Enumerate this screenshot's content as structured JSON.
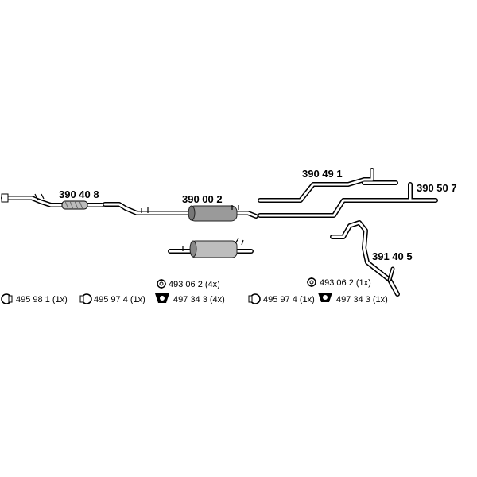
{
  "parts": {
    "front_pipe": "390 40 8",
    "center_muffler": "390 00 2",
    "rear_pipe_upper": "390 49 1",
    "rear_pipe_lower": "390 50 7",
    "tail_pipe": "391 40 5"
  },
  "accessories": {
    "clamp_1": "495 98 1  (1x)",
    "clamp_2": "495 97 4  (1x)",
    "hanger_group_1_top": "493 06 2  (4x)",
    "hanger_group_1_bottom": "497 34 3  (4x)",
    "clamp_3": "495 97 4  (1x)",
    "hanger_group_2_top": "493 06 2  (1x)",
    "hanger_group_2_bottom": "497 34 3  (1x)"
  }
}
